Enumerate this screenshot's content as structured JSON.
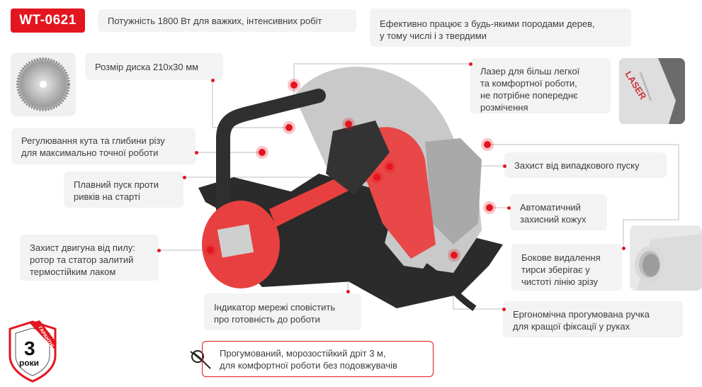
{
  "model": {
    "label": "WT-0621",
    "color": "#e3151f"
  },
  "features": {
    "power": "Потужність 1800 Вт для важких, інтенсивних робіт",
    "wood": "Ефективно працює з будь-якими породами дерев,\nу тому числі і з твердими",
    "disc": "Розмір диска 210х30 мм",
    "laser": "Лазер для більш легкої\nта комфортної роботи,\nне потрібне попереднє\nрозмічення",
    "adjust": "Регулювання кута та глибини різу\nдля максимально точної роботи",
    "softstart": "Плавний пуск проти\nривків на старті",
    "safety_start": "Захист від випадкового пуску",
    "guard": "Автоматичний\nзахисний кожух",
    "motor": "Захист двигуна від пилу:\nротор та статор залитий\nтермостійким лаком",
    "dust": "Бокове видалення\nтирси зберігає у\nчистоті лінію зрізу",
    "indicator": "Індикатор мережі сповістить\nпро готовність до роботи",
    "grip": "Ергономічна прогумована ручка\nдля кращої фіксації у руках",
    "cord": "Прогумований, морозостійкий дріт 3 м,\nдля комфортної роботи без подовжувачів"
  },
  "thumbs": {
    "laser_text": "LASER"
  },
  "warranty": {
    "number": "3",
    "unit": "роки",
    "ribbon": "ГАРАНТІЯ"
  },
  "colors": {
    "accent": "#e3151f",
    "box_bg": "#f3f3f3",
    "line": "#c8c8c8"
  }
}
